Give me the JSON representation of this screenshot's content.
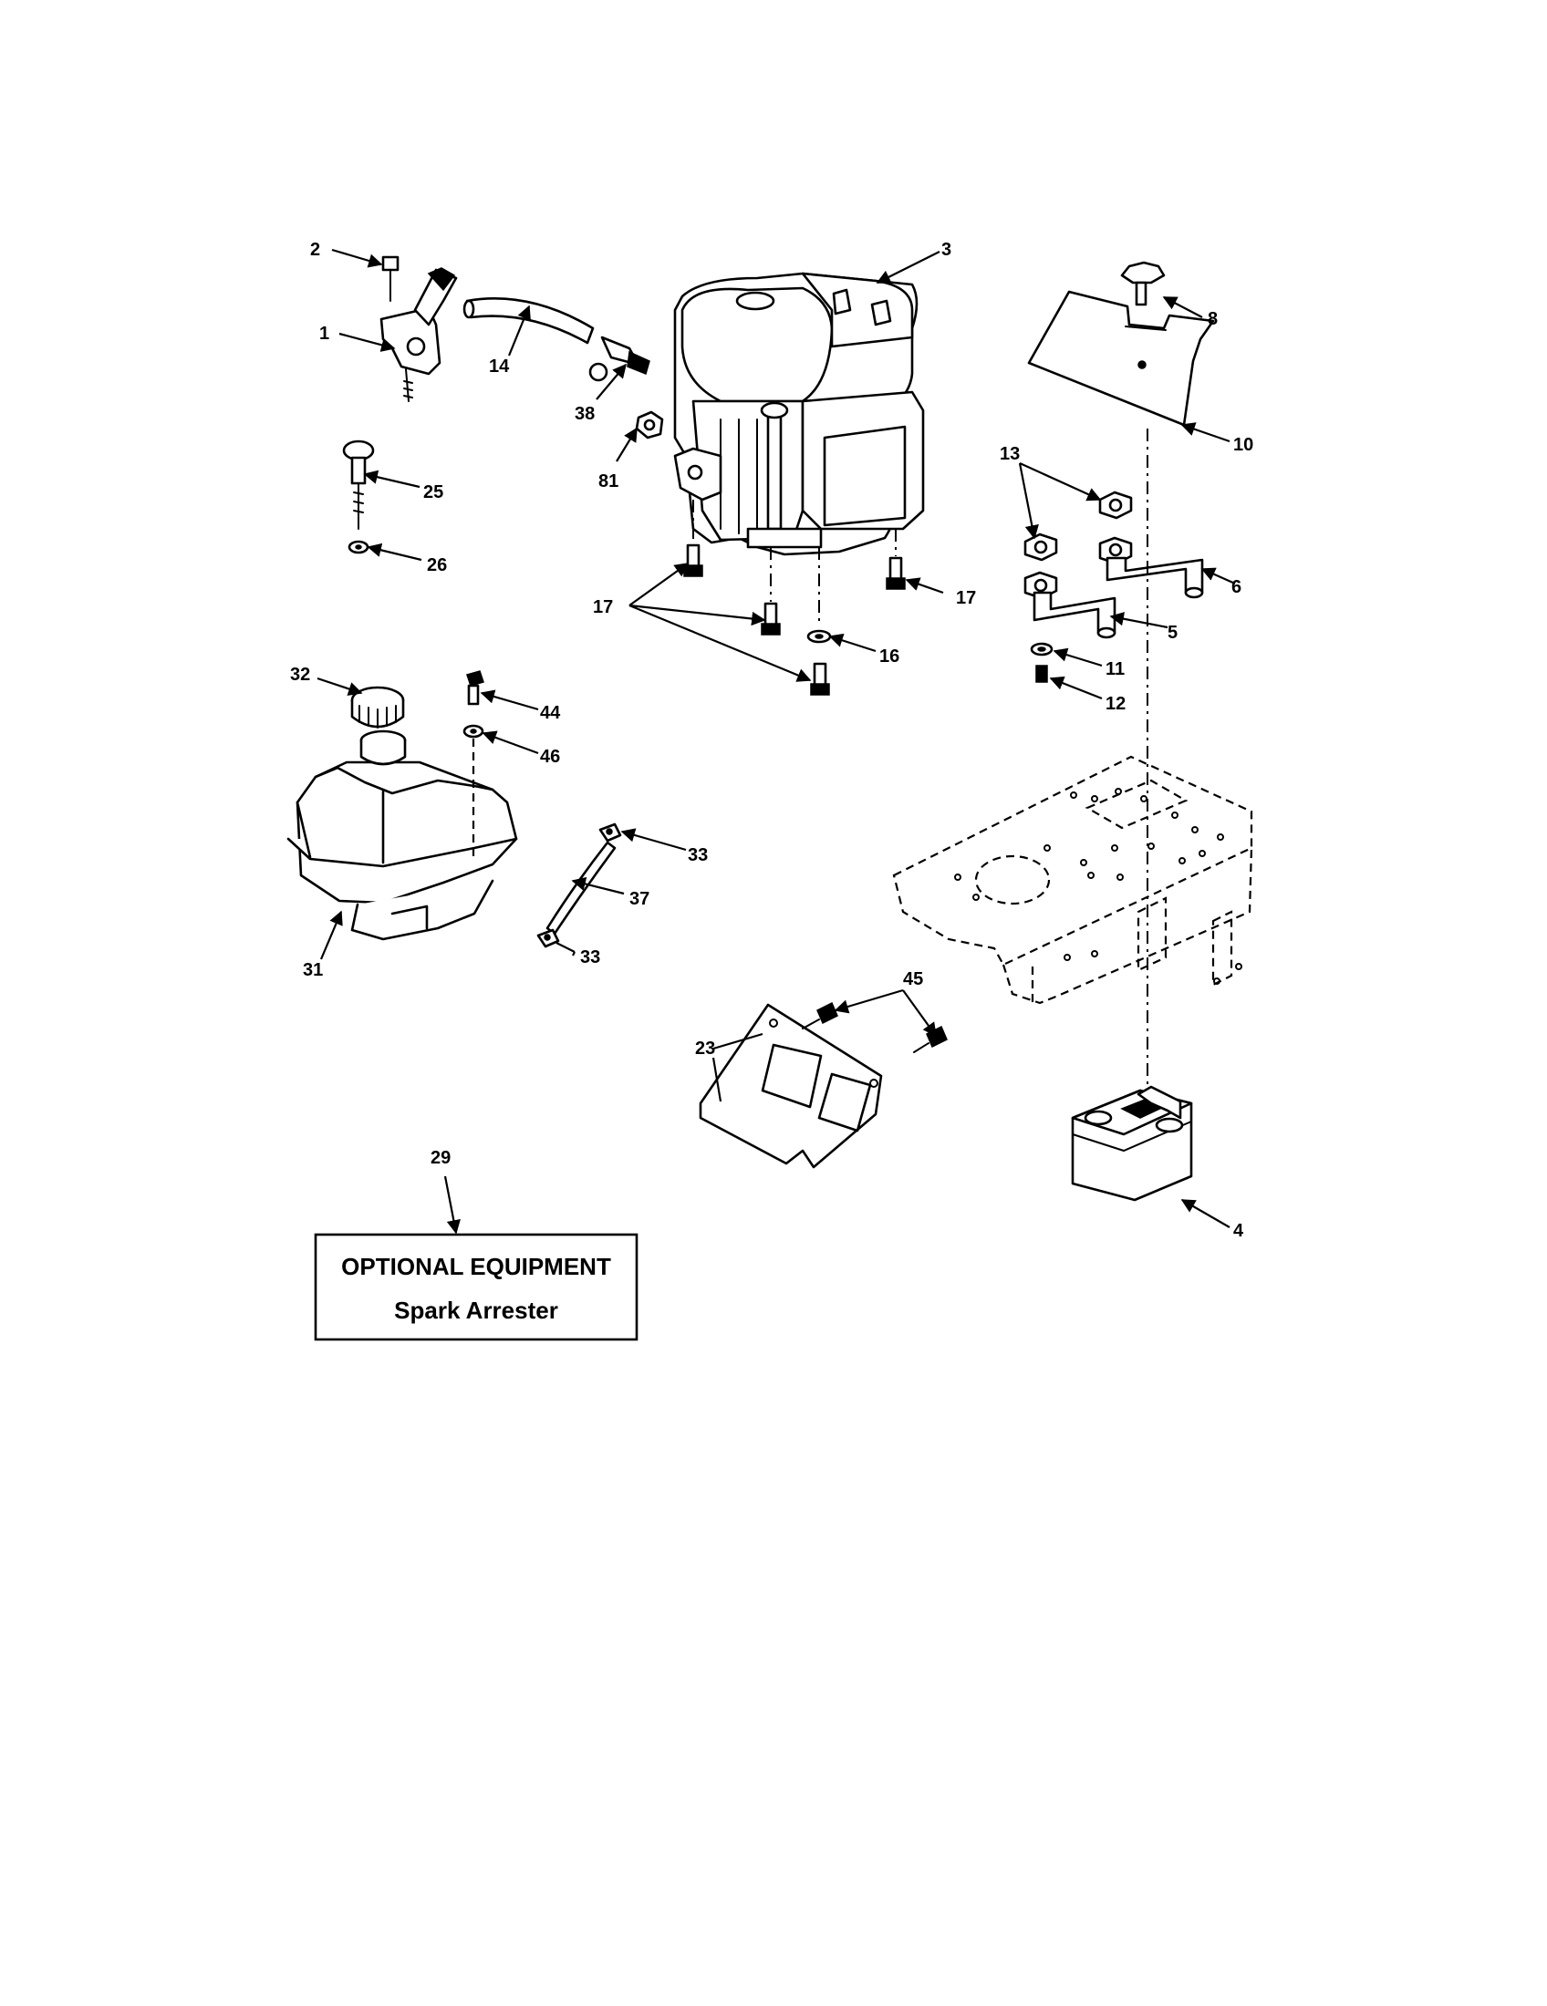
{
  "callouts": {
    "c1": "1",
    "c2": "2",
    "c3": "3",
    "c4": "4",
    "c5": "5",
    "c6": "6",
    "c8": "8",
    "c10": "10",
    "c11": "11",
    "c12": "12",
    "c13": "13",
    "c14": "14",
    "c16": "16",
    "c17a": "17",
    "c17b": "17",
    "c23": "23",
    "c25": "25",
    "c26": "26",
    "c29": "29",
    "c31": "31",
    "c32": "32",
    "c33a": "33",
    "c33b": "33",
    "c37": "37",
    "c38": "38",
    "c44": "44",
    "c45": "45",
    "c46": "46",
    "c81": "81"
  },
  "optional_box": {
    "title": "OPTIONAL EQUIPMENT",
    "subtitle": "Spark Arrester"
  }
}
